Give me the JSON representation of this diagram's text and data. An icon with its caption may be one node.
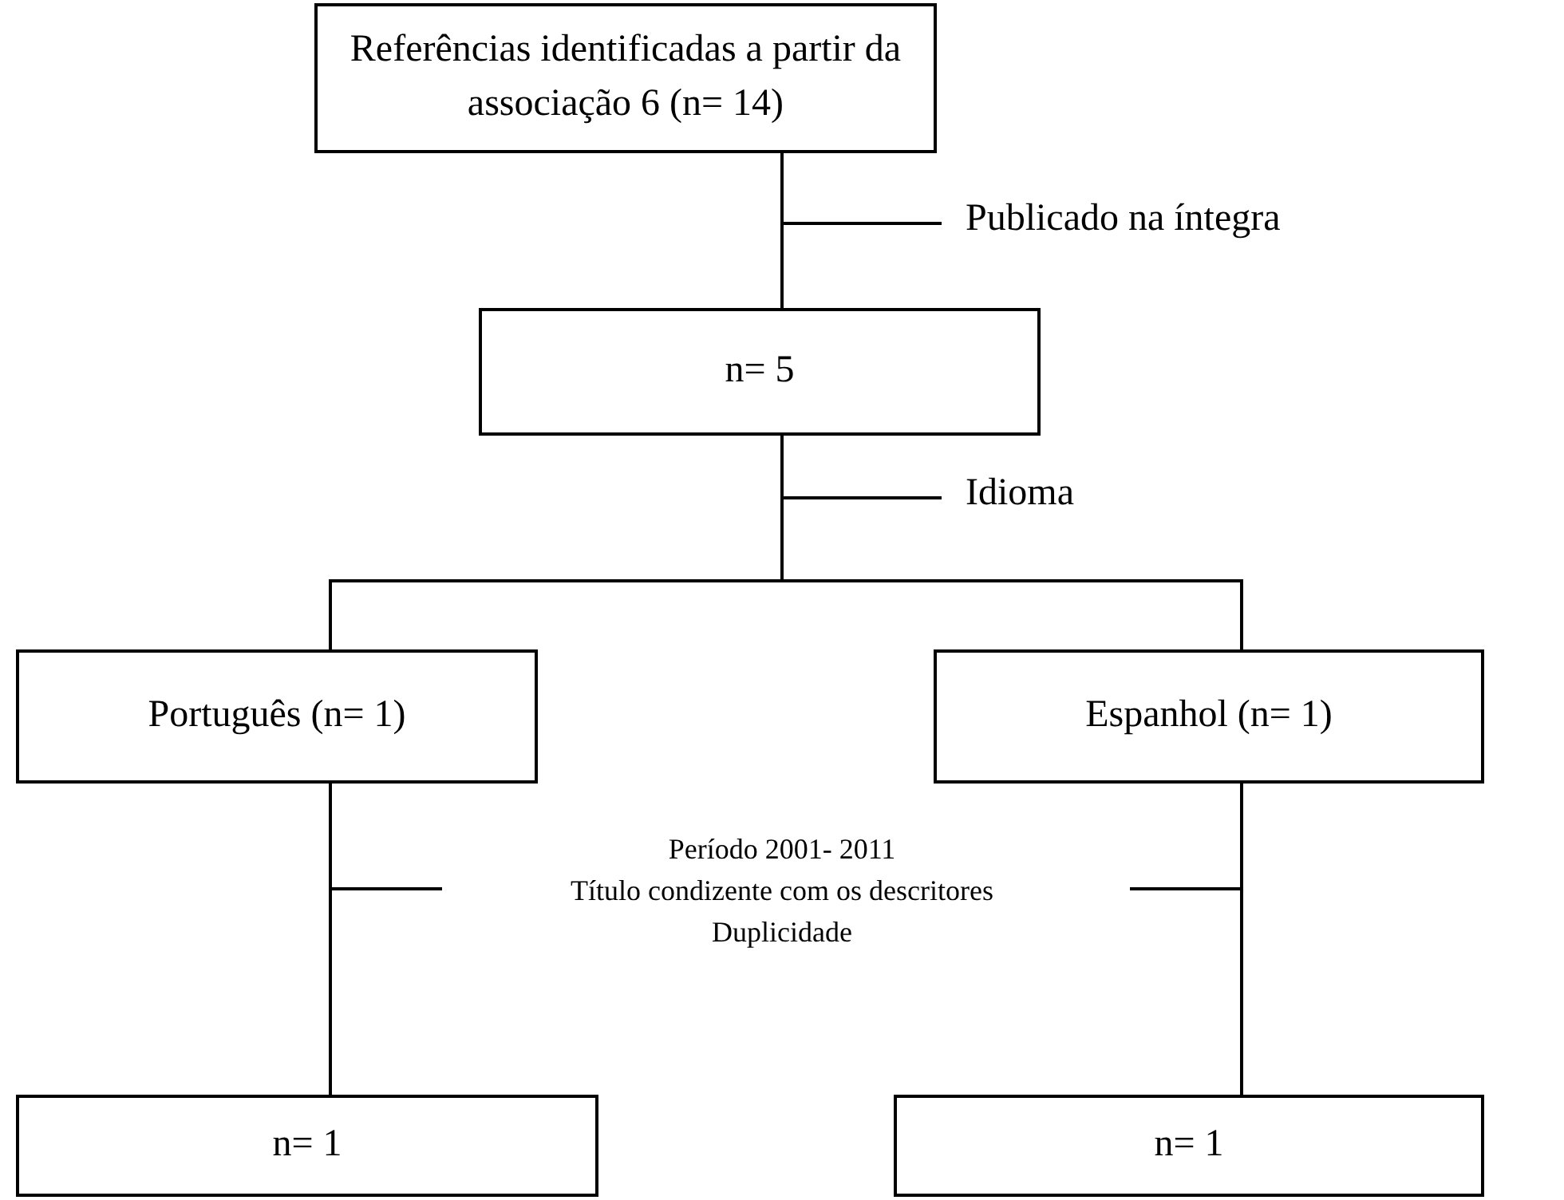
{
  "diagram": {
    "nodes": [
      {
        "text": [
          "Referências identificadas a partir da associação 6 (n= 14)"
        ]
      },
      {
        "text": [
          "n= 5"
        ]
      },
      {
        "text": [
          "Português (n= 1)"
        ]
      },
      {
        "text": [
          "Espanhol (n= 1)"
        ]
      },
      {
        "text": [
          "n= 1"
        ]
      },
      {
        "text": [
          "n= 1"
        ]
      }
    ],
    "edges": [
      {
        "from": 0,
        "to": 1,
        "arrow": "none"
      },
      {
        "from": 1,
        "to": 2,
        "arrow": "none"
      },
      {
        "from": 1,
        "to": 3,
        "arrow": "none"
      },
      {
        "from": 2,
        "to": 4,
        "arrow": "none"
      },
      {
        "from": 3,
        "to": 5,
        "arrow": "none"
      }
    ],
    "labels": [
      "Publicado na íntegra",
      "Idioma",
      "Período 2001- 2011",
      "Título condizente com os descritores",
      "Duplicidade"
    ]
  }
}
